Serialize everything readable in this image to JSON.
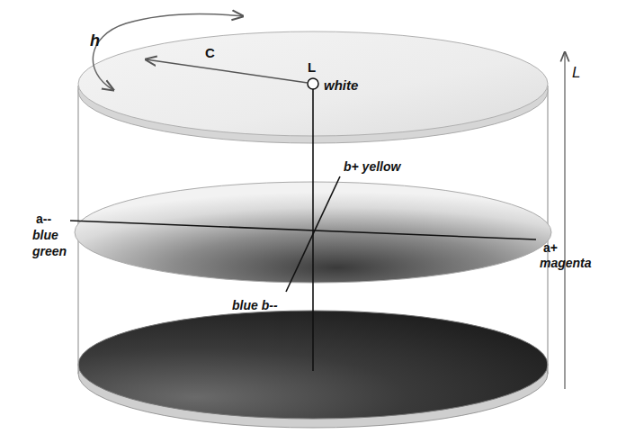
{
  "diagram": {
    "labels": [
      "h",
      "C",
      "L",
      "white",
      "L",
      "b+ yellow",
      "a--",
      "blue green",
      "a+",
      "magenta",
      "blue b--"
    ]
  }
}
